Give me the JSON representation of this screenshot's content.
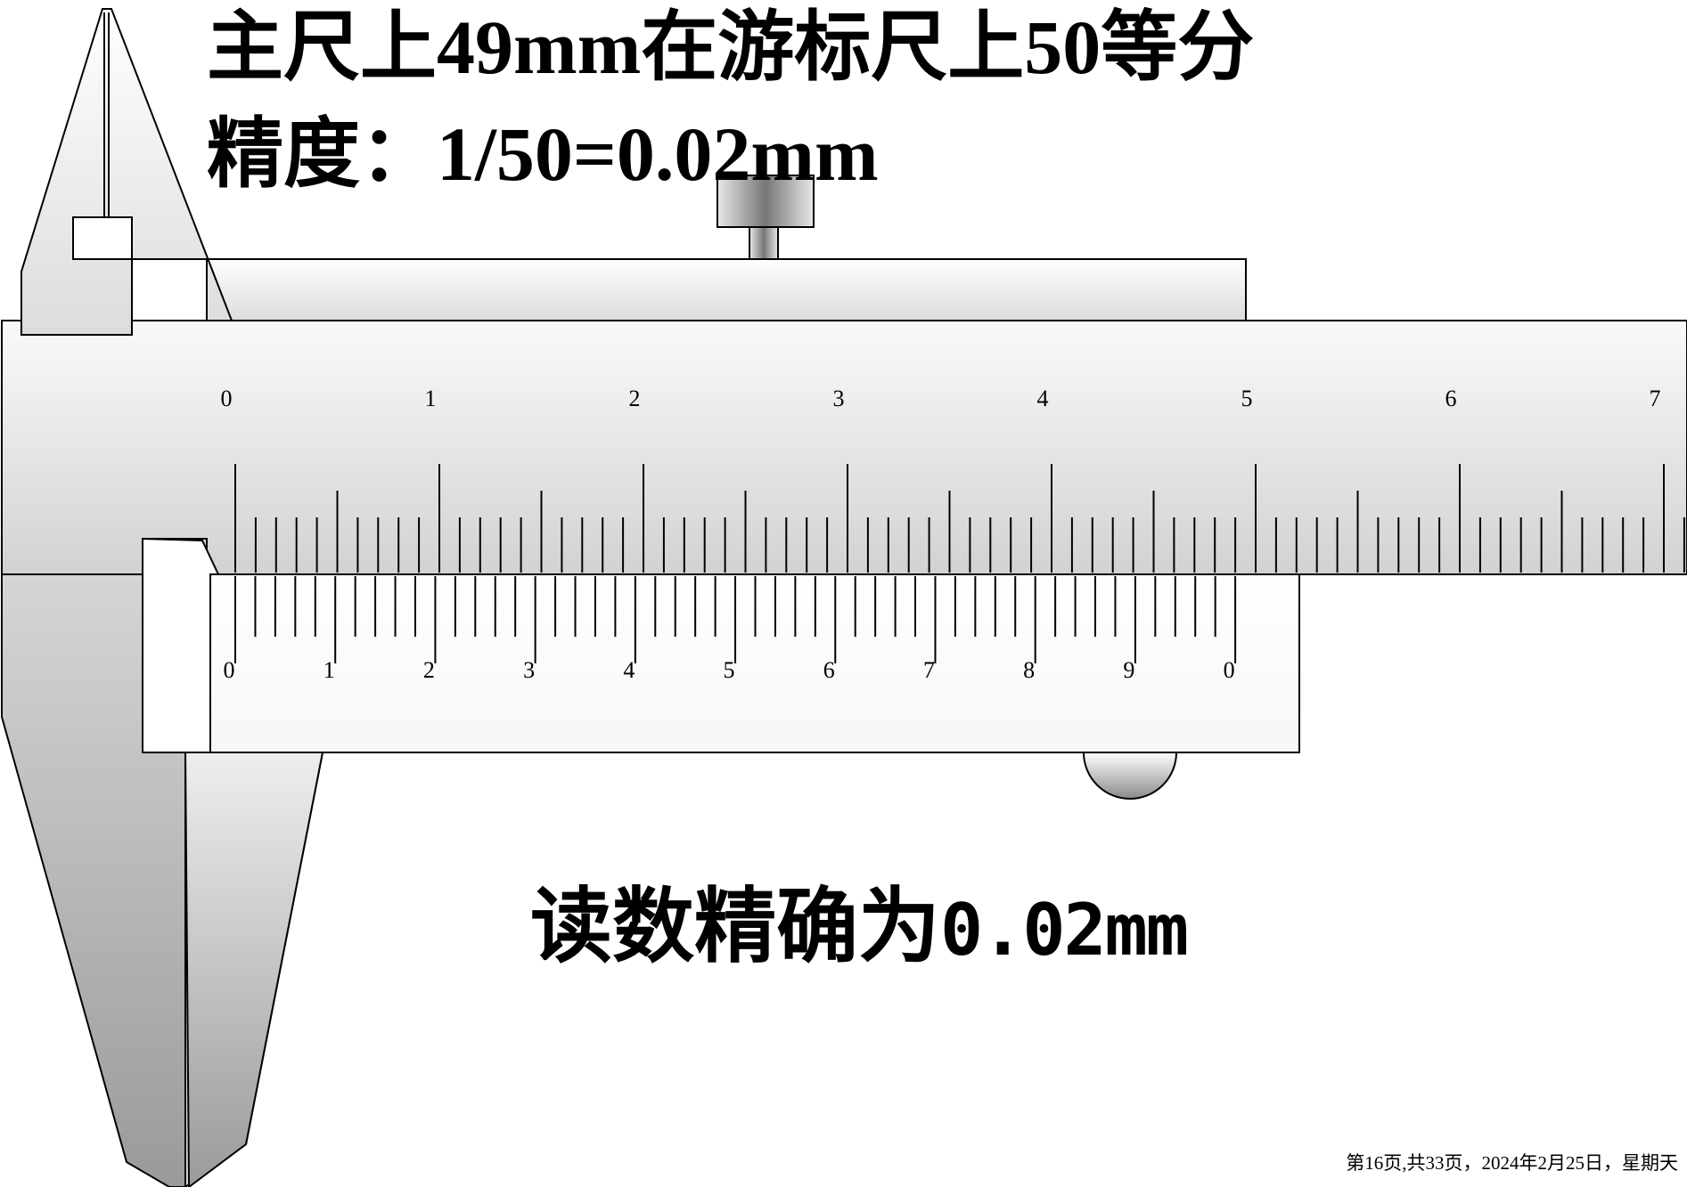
{
  "slide": {
    "title_line1": "主尺上49mm在游标尺上50等分",
    "title_line2": "精度：1/50=0.02mm",
    "caption_text": "读数精确为",
    "caption_value": "0.02mm",
    "footer": "第16页,共33页，2024年2月25日，星期天"
  },
  "caliper": {
    "main_scale_labels": [
      "0",
      "1",
      "2",
      "3",
      "4",
      "5",
      "6",
      "7"
    ],
    "vernier_scale_labels": [
      "0",
      "1",
      "2",
      "3",
      "4",
      "5",
      "6",
      "7",
      "8",
      "9",
      "0"
    ],
    "main_scale_mm_visible": 71,
    "vernier_divisions": 50,
    "vernier_length_mm": 49,
    "colors": {
      "outline": "#000000",
      "metal_light": "#f4f4f4",
      "metal_dark": "#9e9e9e",
      "jaw_inner": "#ffffff"
    }
  }
}
